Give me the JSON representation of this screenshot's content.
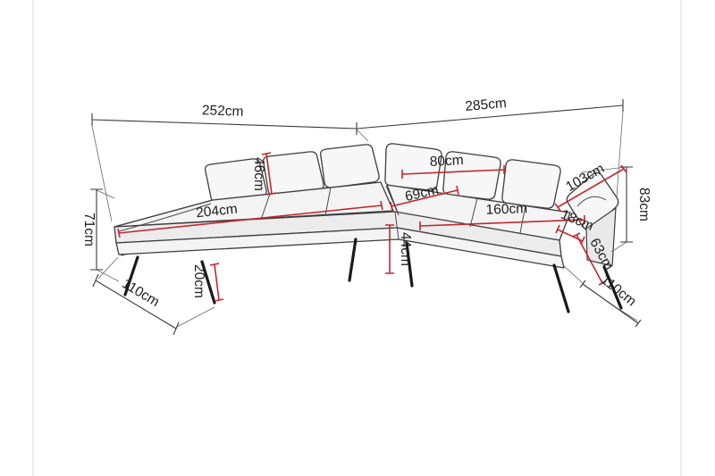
{
  "page": {
    "background": "#ffffff"
  },
  "diagram": {
    "name": "corner-sofa-dimension-diagram",
    "subject": "corner-sofa",
    "unit": "cm",
    "colors": {
      "sofa_outline": "#3d3d3d",
      "dimension_outer_lines": "#3a3a3a",
      "dimension_highlight_lines": "#c4272e",
      "label_text": "#1d1d1d",
      "background": "#ffffff"
    },
    "measurements": [
      {
        "name": "left-section-total-width",
        "label": "252cm"
      },
      {
        "name": "right-section-total-width",
        "label": "285cm"
      },
      {
        "name": "back-cushion-height",
        "label": "46cm"
      },
      {
        "name": "right-seat-depth",
        "label": "80cm"
      },
      {
        "name": "right-section-diagonal-depth",
        "label": "103cm"
      },
      {
        "name": "total-height",
        "label": "83cm"
      },
      {
        "name": "chaise-seat-length",
        "label": "204cm"
      },
      {
        "name": "corner-seat-width",
        "label": "69cm"
      },
      {
        "name": "right-seat-length",
        "label": "160cm"
      },
      {
        "name": "armrest-width",
        "label": "18cm"
      },
      {
        "name": "chaise-end-height",
        "label": "71cm"
      },
      {
        "name": "seat-height",
        "label": "44cm"
      },
      {
        "name": "armrest-side-height",
        "label": "63cm"
      },
      {
        "name": "leg-height",
        "label": "20cm"
      },
      {
        "name": "left-section-depth",
        "label": "110cm"
      },
      {
        "name": "right-section-depth",
        "label": "110cm"
      }
    ]
  }
}
